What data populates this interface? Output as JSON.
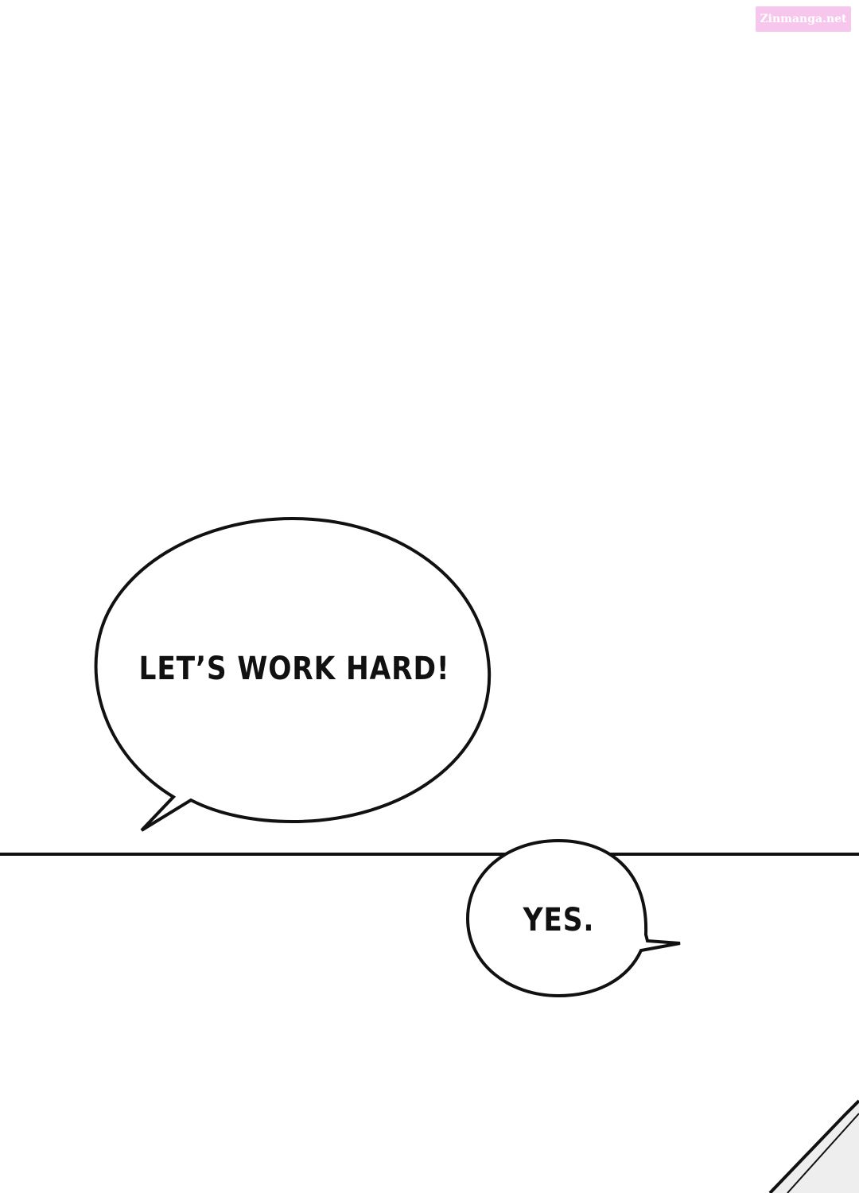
{
  "watermark": {
    "text": "Zinmanga.net",
    "background_color": "#f7c6ec"
  },
  "panels": [
    {
      "bubbles": [
        {
          "text": "LET’S WORK HARD!"
        }
      ]
    },
    {
      "bubbles": [
        {
          "text": "YES."
        }
      ]
    }
  ],
  "colors": {
    "ink": "#111111",
    "paper": "#ffffff",
    "shade": "#eeeeee"
  }
}
